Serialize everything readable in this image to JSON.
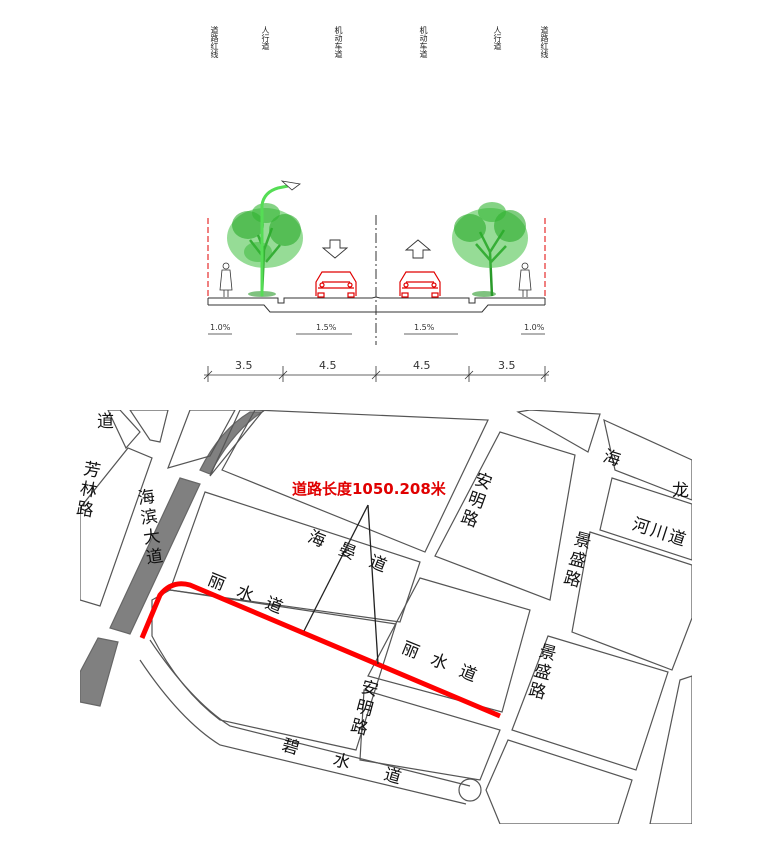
{
  "cross_section": {
    "top_labels": [
      {
        "id": "left-red-line",
        "text": "道路红线"
      },
      {
        "id": "left-sidewalk",
        "text": "人行道"
      },
      {
        "id": "left-motor-lane",
        "text": "机动车道"
      },
      {
        "id": "right-motor-lane",
        "text": "机动车道"
      },
      {
        "id": "right-sidewalk",
        "text": "人行道"
      },
      {
        "id": "right-red-line",
        "text": "道路红线"
      }
    ],
    "slopes": [
      "1.0%",
      "1.5%",
      "1.5%",
      "1.0%"
    ],
    "dimensions": [
      "3.5",
      "4.5",
      "4.5",
      "3.5"
    ]
  },
  "map": {
    "callout": "道路长度1050.208米",
    "roads": {
      "haibin_avenue": "海滨大道",
      "fanglin": "芳林路",
      "lishui_1": "丽水道",
      "lishui_2": "丽水道",
      "haiyan": "海晏道",
      "anming_1": "安明路",
      "anming_2": "安明路",
      "bishui": "碧水道",
      "jingsheng_1": "景盛路",
      "jingsheng_2": "景盛路",
      "hechuan": "河川道",
      "hai": "海",
      "dao_top": "道",
      "long": "龙"
    },
    "colors": {
      "highlight": "#ff0000",
      "coast": "#808080"
    }
  }
}
